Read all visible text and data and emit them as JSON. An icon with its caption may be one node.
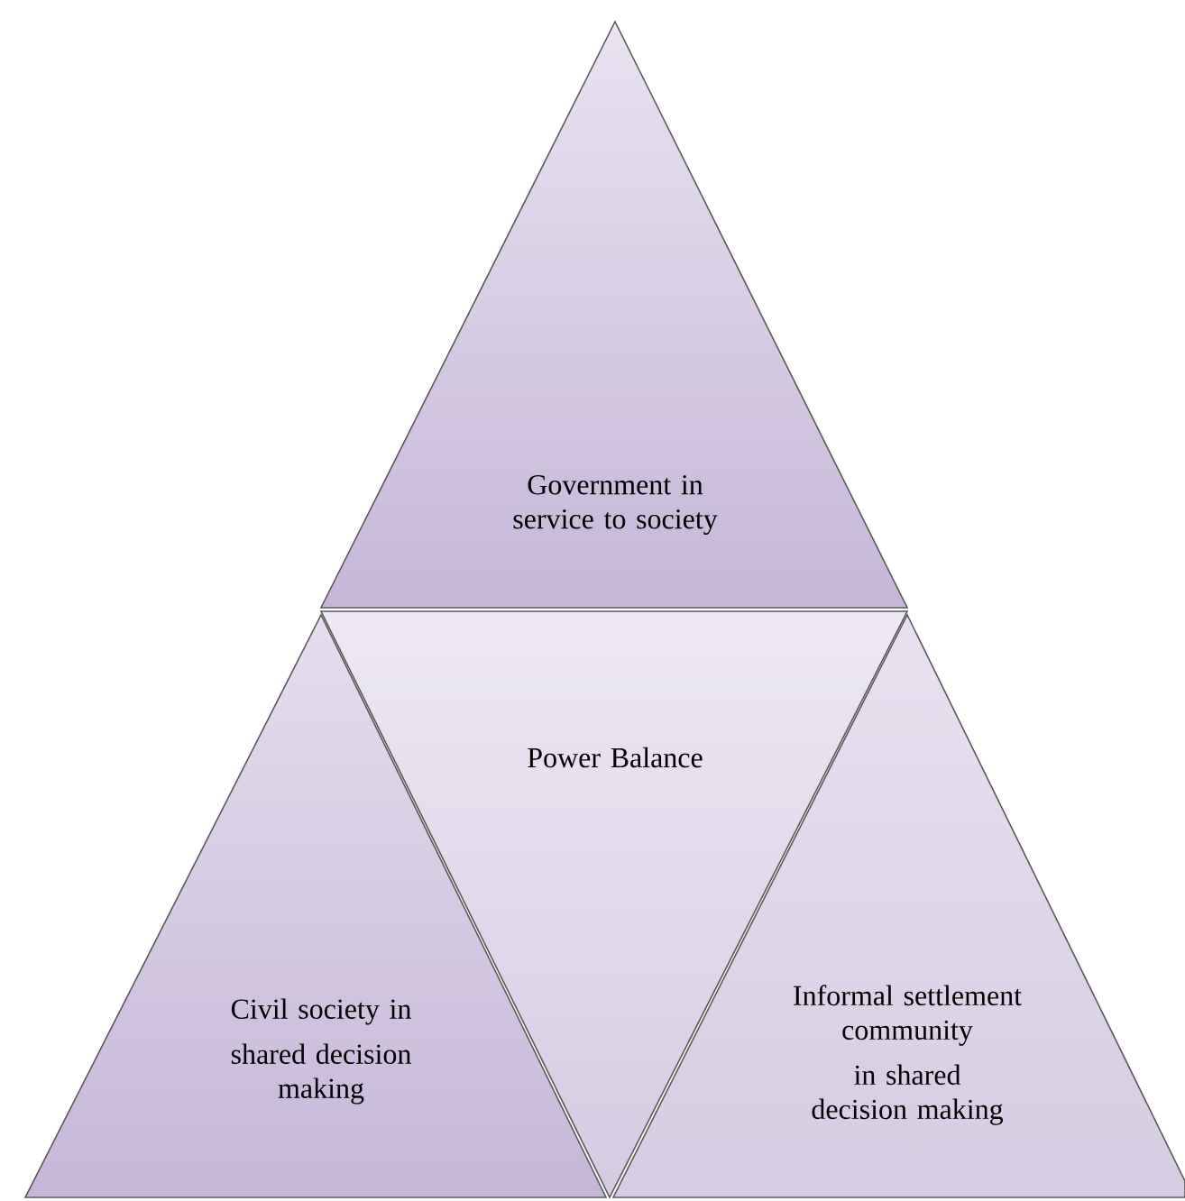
{
  "diagram": {
    "nodes": [
      {
        "text": [
          "Government in service to society"
        ]
      },
      {
        "text": [
          "Power Balance"
        ]
      },
      {
        "text": [
          "Civil society in",
          "shared decision making"
        ]
      },
      {
        "text": [
          "Informal settlement community",
          "in shared decision making"
        ]
      }
    ]
  }
}
